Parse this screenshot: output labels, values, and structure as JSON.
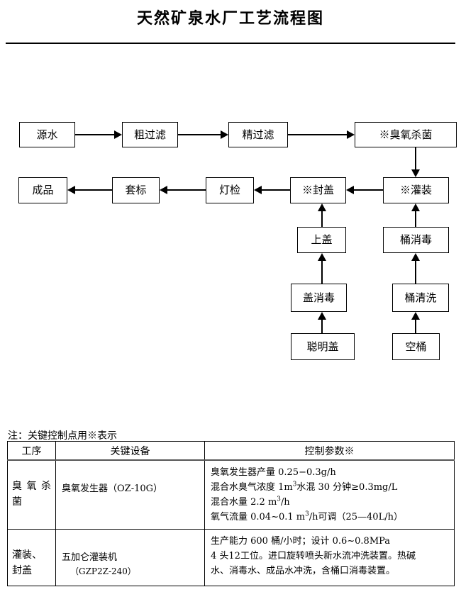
{
  "title": "天然矿泉水厂工艺流程图",
  "flowchart": {
    "nodes": {
      "source_water": "源水",
      "coarse_filter": "粗过滤",
      "fine_filter": "精过滤",
      "ozone_sterilize": "※臭氧杀菌",
      "filling": "※灌装",
      "capping": "※封盖",
      "lamp_inspection": "灯检",
      "labeling": "套标",
      "finished_product": "成品",
      "cap_on": "上盖",
      "cap_disinfect": "盖消毒",
      "smart_cap": "聪明盖",
      "barrel_disinfect": "桶消毒",
      "barrel_wash": "桶清洗",
      "empty_barrel": "空桶"
    }
  },
  "note": "注：关键控制点用※表示",
  "table": {
    "headers": {
      "process": "工序",
      "equipment": "关键设备",
      "parameters": "控制参数※"
    },
    "rows": [
      {
        "process": "臭 氧 杀 菌",
        "equipment": "臭氧发生器（OZ-10G）",
        "equipment_name": "臭氧发生器（OZ-10G）",
        "equipment_model": "",
        "param_lines": [
          "臭氧发生器产量 0.25−0.3g/h",
          "混合水臭气浓度 1m³水混 30 分钟≥0.3mg/L",
          "混合水量 2.2 m³/h",
          "氧气流量 0.04~0.1 m³/h可调（25—40L/h）"
        ],
        "param_line_1_pre": "臭氧发生器产量 0.25−0.3g/h",
        "param_line_2_a": "混合水臭气浓度 1m",
        "param_line_2_b": "水混 30 分钟≥0.3mg/L",
        "param_line_3_a": "混合水量 2.2 m",
        "param_line_3_b": "/h",
        "param_line_4_a": "氧气流量 0.04~0.1 m",
        "param_line_4_b": "/h可调（25—40L/h）",
        "sup": "3"
      },
      {
        "process": "灌装、封盖",
        "equipment_name": "五加仑灌装机",
        "equipment_model": "（GZP2Z-240）",
        "param_lines": [
          "生产能力 600 桶/小时；设计 0.6~0.8MPa",
          "4 头12工位。进口旋转喷头新水流冲洗装置。热碱",
          "水、消毒水、成品水冲洗，含桶口消毒装置。"
        ],
        "param_line_1": "生产能力 600 桶/小时；设计 0.6~0.8MPa",
        "param_line_2": "4 头12工位。进口旋转喷头新水流冲洗装置。热碱",
        "param_line_3": "水、消毒水、成品水冲洗，含桶口消毒装置。"
      }
    ]
  }
}
